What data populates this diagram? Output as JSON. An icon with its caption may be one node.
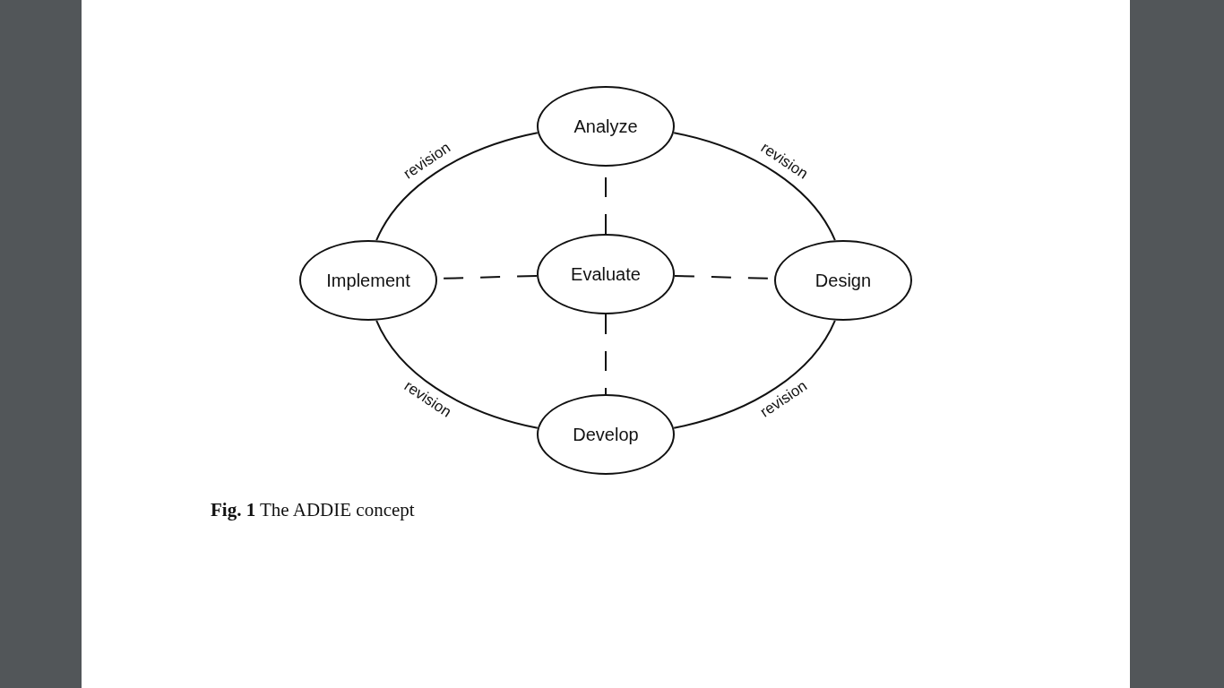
{
  "diagram": {
    "caption": "**Fig. 1** The ADDIE concept",
    "nodes": [
      {
        "text": [
          "Analyze"
        ]
      },
      {
        "text": [
          "Implement"
        ]
      },
      {
        "text": [
          "Evaluate"
        ]
      },
      {
        "text": [
          "Design"
        ]
      },
      {
        "text": [
          "Develop"
        ]
      }
    ],
    "edges": [
      {
        "from": 0,
        "to": 3,
        "arrow": "none",
        "label": "revision"
      },
      {
        "from": 3,
        "to": 4,
        "arrow": "none",
        "label": "revision"
      },
      {
        "from": 4,
        "to": 1,
        "arrow": "none",
        "label": "revision"
      },
      {
        "from": 1,
        "to": 0,
        "arrow": "none",
        "label": "revision"
      },
      {
        "from": 2,
        "to": 0,
        "arrow": "none",
        "style": "dashed"
      },
      {
        "from": 2,
        "to": 1,
        "arrow": "none",
        "style": "dashed"
      },
      {
        "from": 2,
        "to": 3,
        "arrow": "none",
        "style": "dashed"
      },
      {
        "from": 2,
        "to": 4,
        "arrow": "none",
        "style": "dashed"
      }
    ]
  }
}
